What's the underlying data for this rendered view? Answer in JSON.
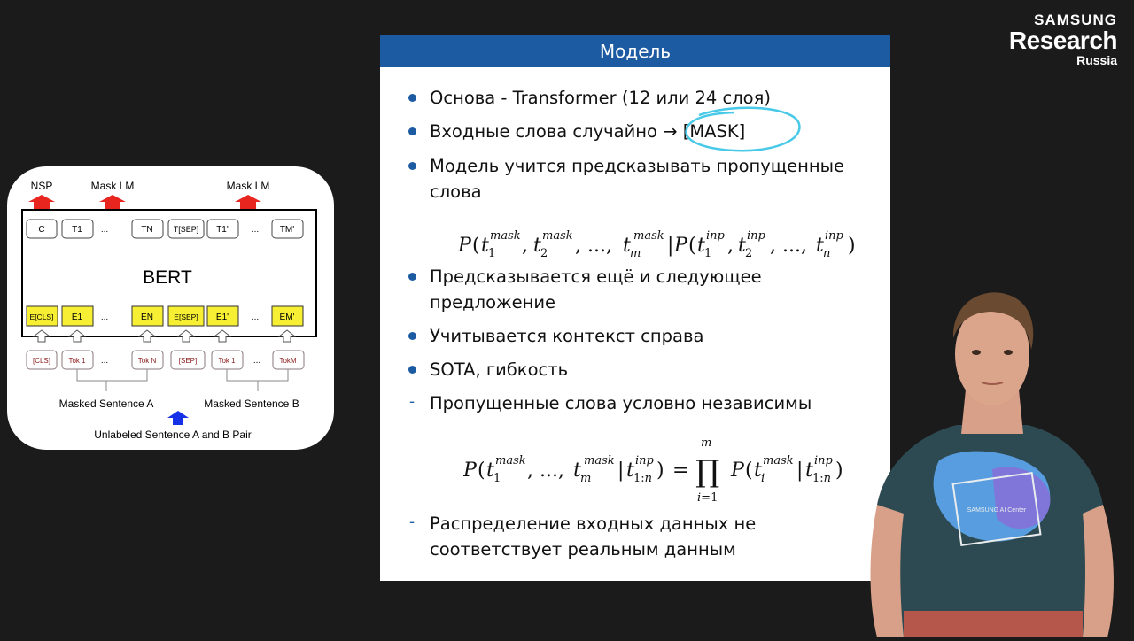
{
  "logo": {
    "line1": "SAMSUNG",
    "line2": "Research",
    "line3": "Russia"
  },
  "slide": {
    "title": "Модель",
    "bullets": [
      {
        "kind": "bullet",
        "text": "Основа - Transformer (12 или 24 слоя)"
      },
      {
        "kind": "bullet",
        "text_prefix": "Входные слова случайно → ",
        "text_highlight": "[MASK]"
      },
      {
        "kind": "bullet",
        "line1": "Модель учится предсказывать пропущенные",
        "line2": "слова"
      },
      {
        "kind": "bullet",
        "line1": "Предсказывается ещё и следующее",
        "line2": "предложение"
      },
      {
        "kind": "bullet",
        "text": "Учитывается контекст справа"
      },
      {
        "kind": "bullet",
        "text": "SOTA, гибкость"
      },
      {
        "kind": "dash",
        "text": "Пропущенные слова условно независимы"
      },
      {
        "kind": "dash",
        "line1": "Распределение входных данных не",
        "line2": "соответствует реальным данным"
      }
    ],
    "dash_symbol": "-"
  },
  "diagram": {
    "outputs": [
      "NSP",
      "Mask LM",
      "Mask LM"
    ],
    "model_label": "BERT",
    "top_tokens": [
      "C",
      "T1",
      "...",
      "TN",
      "T[SEP]",
      "T1'",
      "...",
      "TM'"
    ],
    "emb_tokens": [
      "E[CLS]",
      "E1",
      "...",
      "EN",
      "E[SEP]",
      "E1'",
      "...",
      "EM'"
    ],
    "input_tokens": [
      "[CLS]",
      "Tok 1",
      "...",
      "Tok N",
      "[SEP]",
      "Tok 1",
      "...",
      "TokM"
    ],
    "sentence_a": "Masked Sentence A",
    "sentence_b": "Masked Sentence B",
    "pair_label": "Unlabeled Sentence A and B Pair",
    "colors": {
      "arrow_up": "#e8251f",
      "emb_fill": "#f7ef33",
      "blue_arrow": "#1530e6"
    }
  },
  "presenter": {
    "shirt_logo": "SAMSUNG AI Center"
  }
}
